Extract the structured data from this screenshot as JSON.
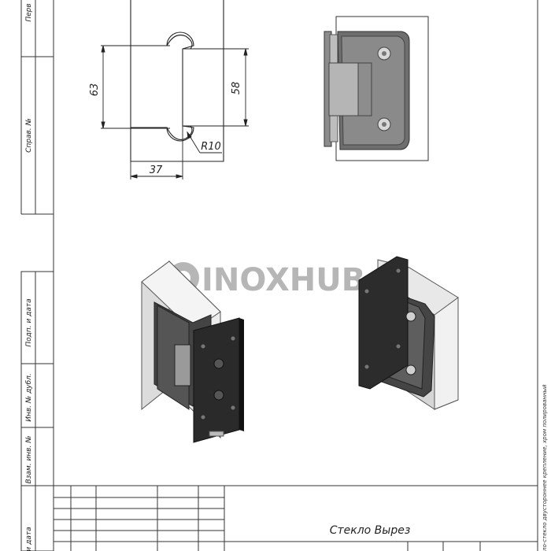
{
  "side_stamps": [
    "Перв",
    "Справ. №",
    "Подп. и дата",
    "Инв. № дубл.",
    "Взам. инв. №",
    "и дата"
  ],
  "dimensions": {
    "height_cutout": "63",
    "inner_height": "58",
    "width": "37",
    "radius": "R10"
  },
  "watermark": "INOXHUB",
  "title_block": {
    "name": "Стекло Вырез"
  },
  "right_note": "ло-стекло двустороннее крепление, хром полированный"
}
